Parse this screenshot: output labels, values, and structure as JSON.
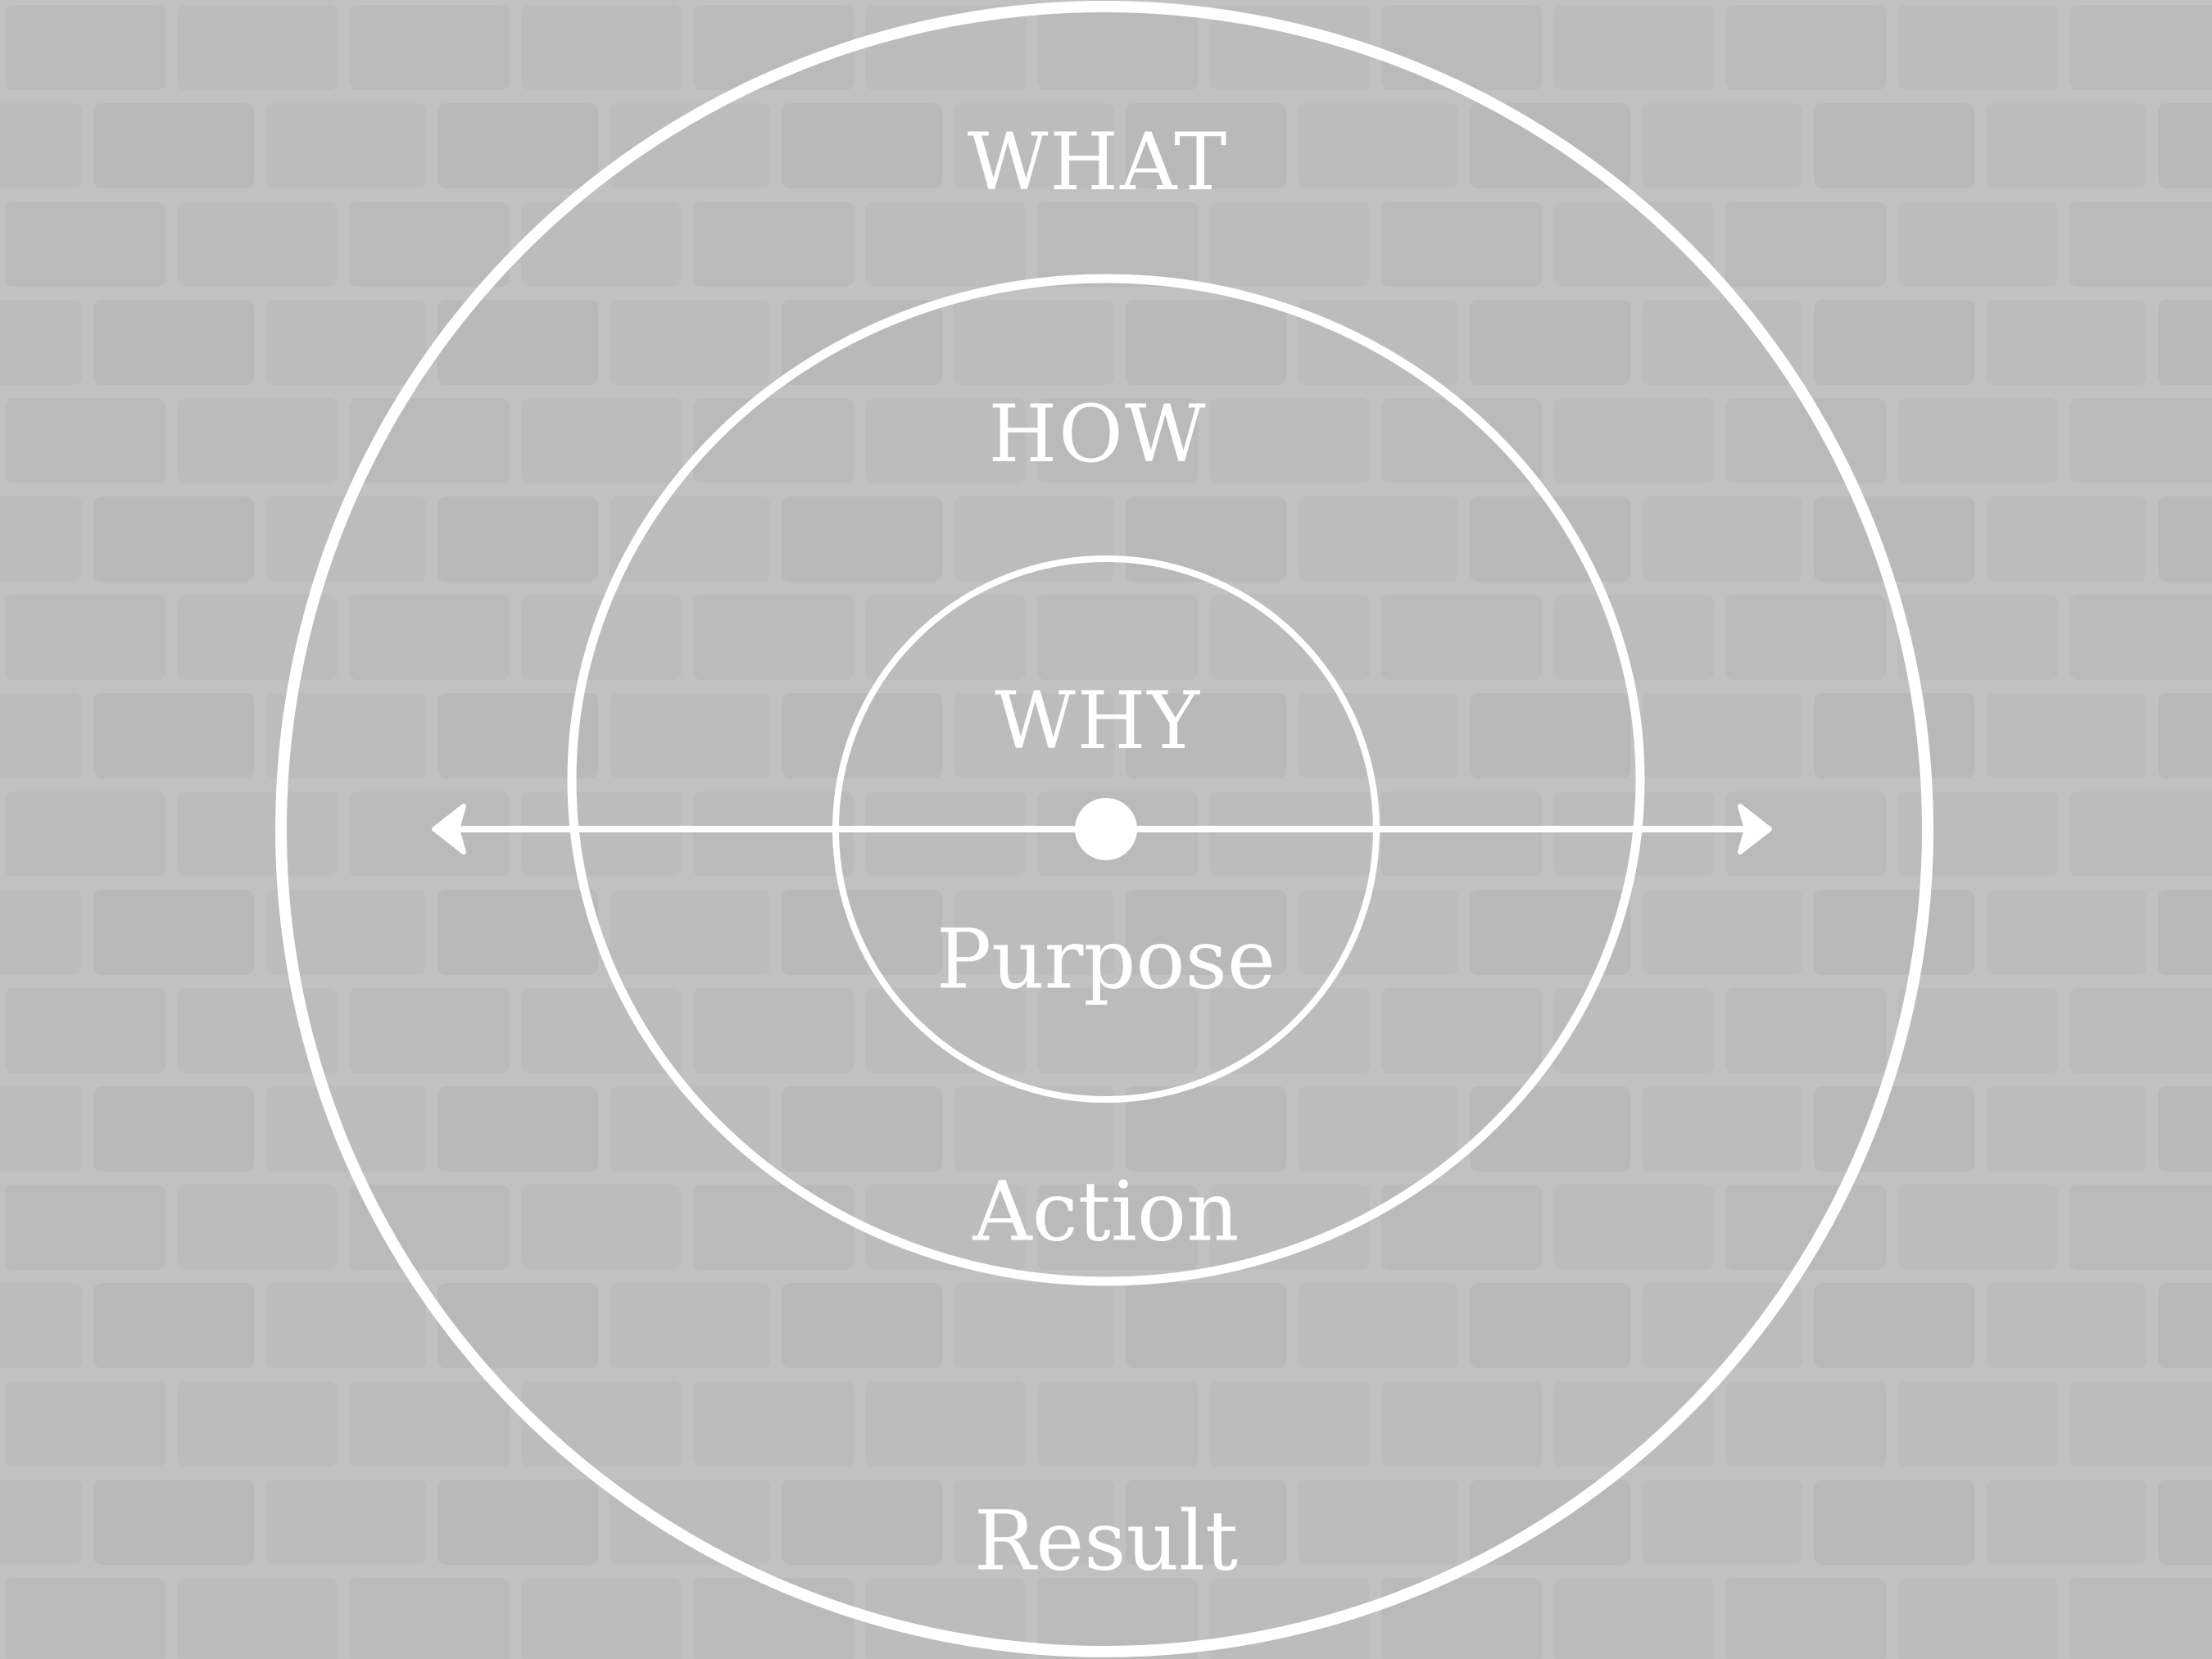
{
  "diagram": {
    "type": "concentric-circles",
    "colors": {
      "background": "#b9b9b9",
      "brick_mortar": "#c7c7c7",
      "brick_face": "#b2b2b2",
      "lines": "#ffffff"
    },
    "rings": [
      {
        "id": "outer",
        "title": "WHAT",
        "word": "Result"
      },
      {
        "id": "middle",
        "title": "HOW",
        "word": "Action"
      },
      {
        "id": "inner",
        "title": "WHY",
        "word": "Purpose"
      }
    ],
    "axis": {
      "arrows": "both-ends",
      "center_marker": "filled-dot"
    }
  }
}
